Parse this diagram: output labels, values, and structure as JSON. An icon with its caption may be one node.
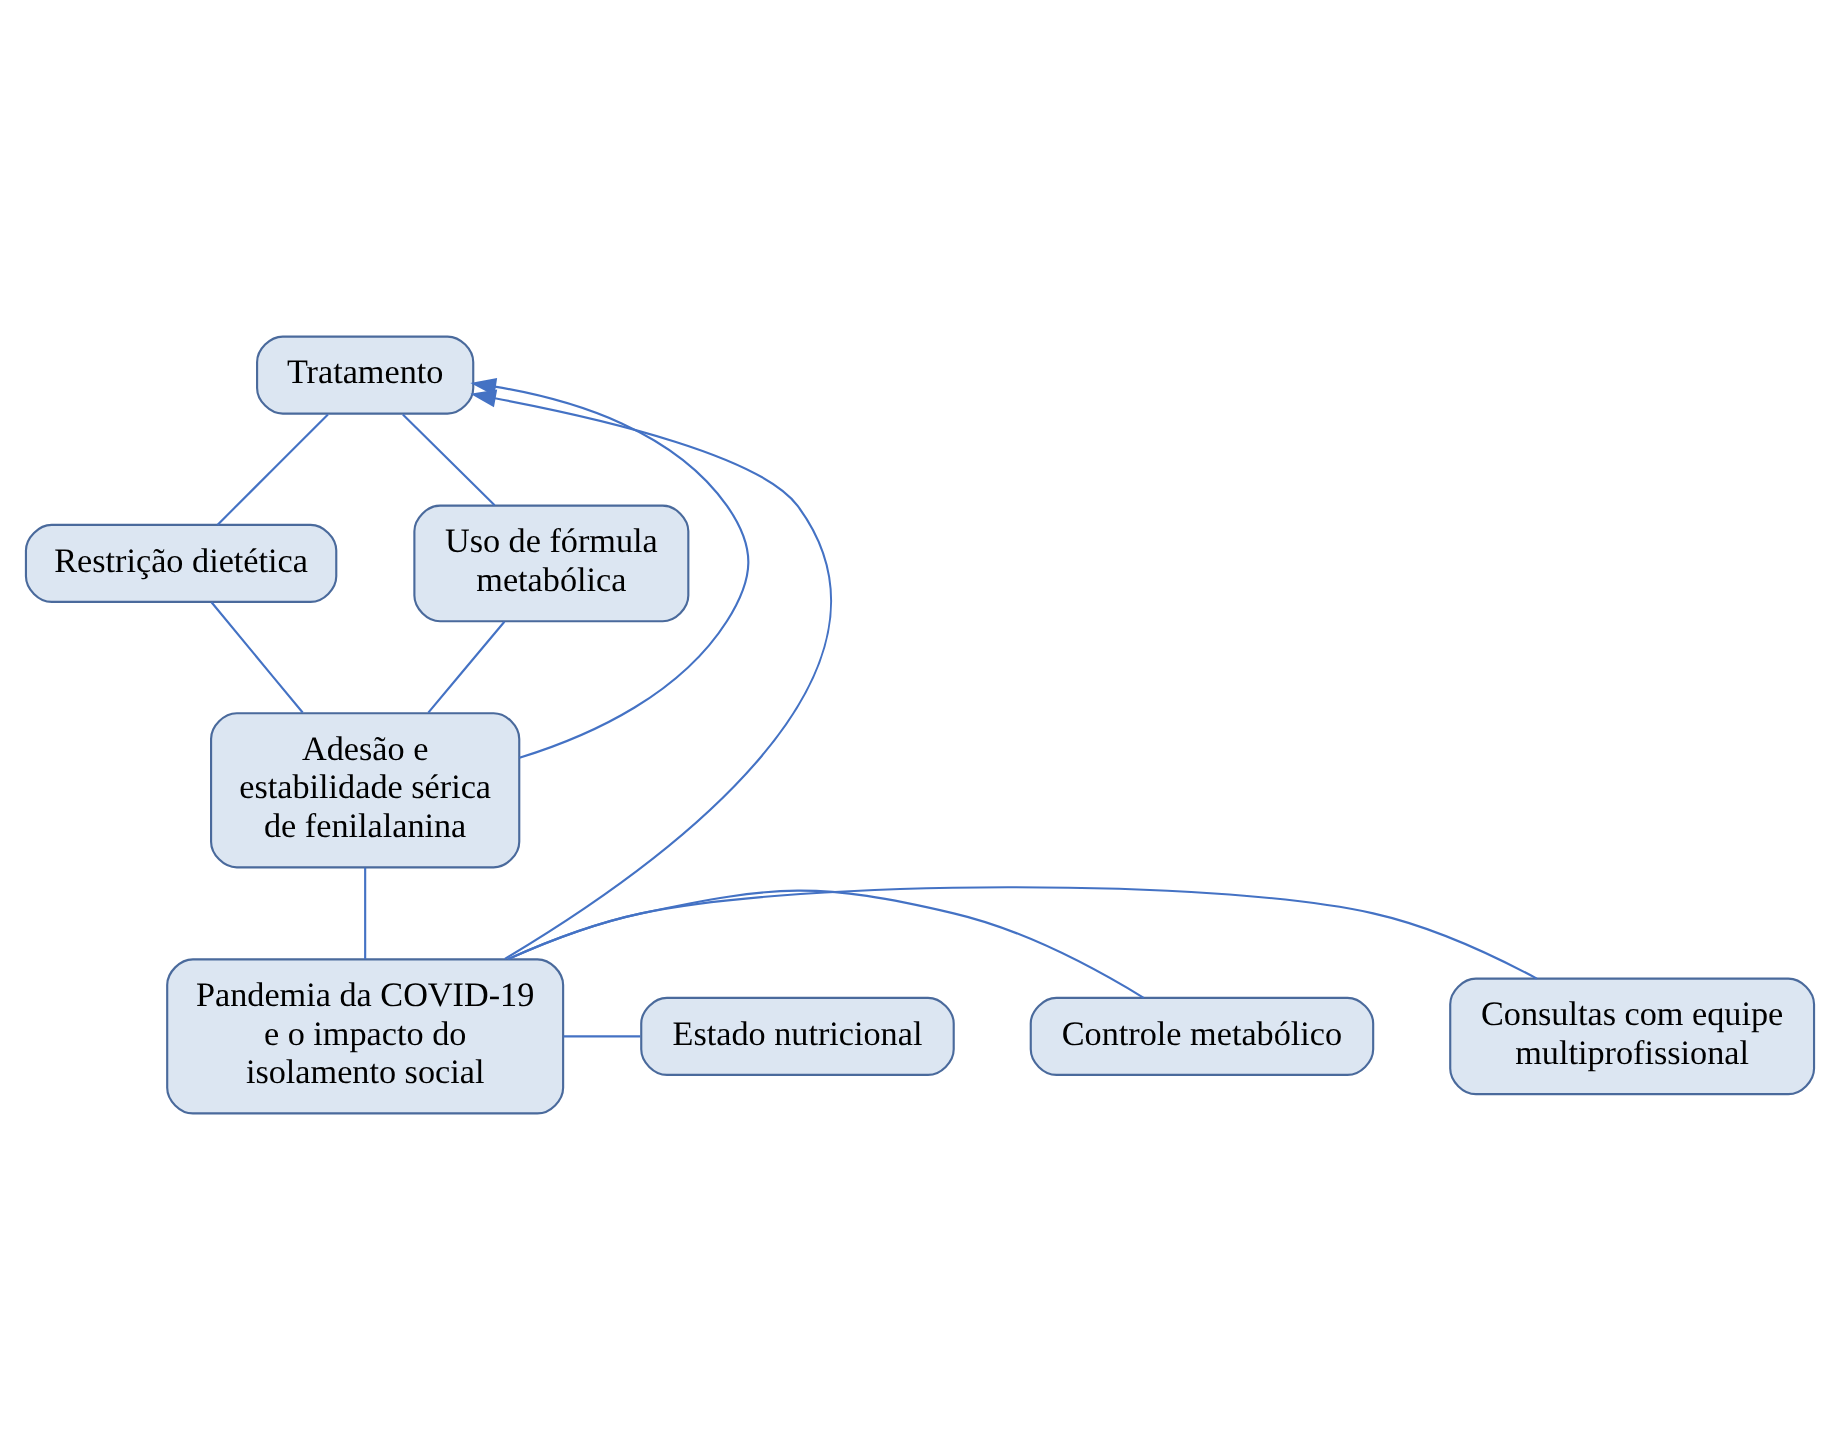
{
  "diagram": {
    "nodes": [
      {
        "text": [
          "Tratamento"
        ]
      },
      {
        "text": [
          "Restrição dietética"
        ]
      },
      {
        "text": [
          "Uso de fórmula metabólica"
        ]
      },
      {
        "text": [
          "Adesão e estabilidade sérica de fenilalanina"
        ]
      },
      {
        "text": [
          "Pandemia da COVID-19 e o impacto do isolamento social"
        ]
      },
      {
        "text": [
          "Consultas com equipe multiprofissional"
        ]
      },
      {
        "text": [
          "Controle metabólico"
        ]
      },
      {
        "text": [
          "Estado nutricional"
        ]
      }
    ],
    "edges": [
      {
        "from": 0,
        "to": 1,
        "arrow": "none"
      },
      {
        "from": 0,
        "to": 2,
        "arrow": "none"
      },
      {
        "from": 1,
        "to": 3,
        "arrow": "none"
      },
      {
        "from": 2,
        "to": 3,
        "arrow": "none"
      },
      {
        "from": 3,
        "to": 0,
        "arrow": "to"
      },
      {
        "from": 3,
        "to": 4,
        "arrow": "none"
      },
      {
        "from": 4,
        "to": 0,
        "arrow": "to"
      },
      {
        "from": 4,
        "to": 5,
        "arrow": "none"
      },
      {
        "from": 4,
        "to": 6,
        "arrow": "none"
      },
      {
        "from": 4,
        "to": 7,
        "arrow": "none"
      }
    ]
  }
}
